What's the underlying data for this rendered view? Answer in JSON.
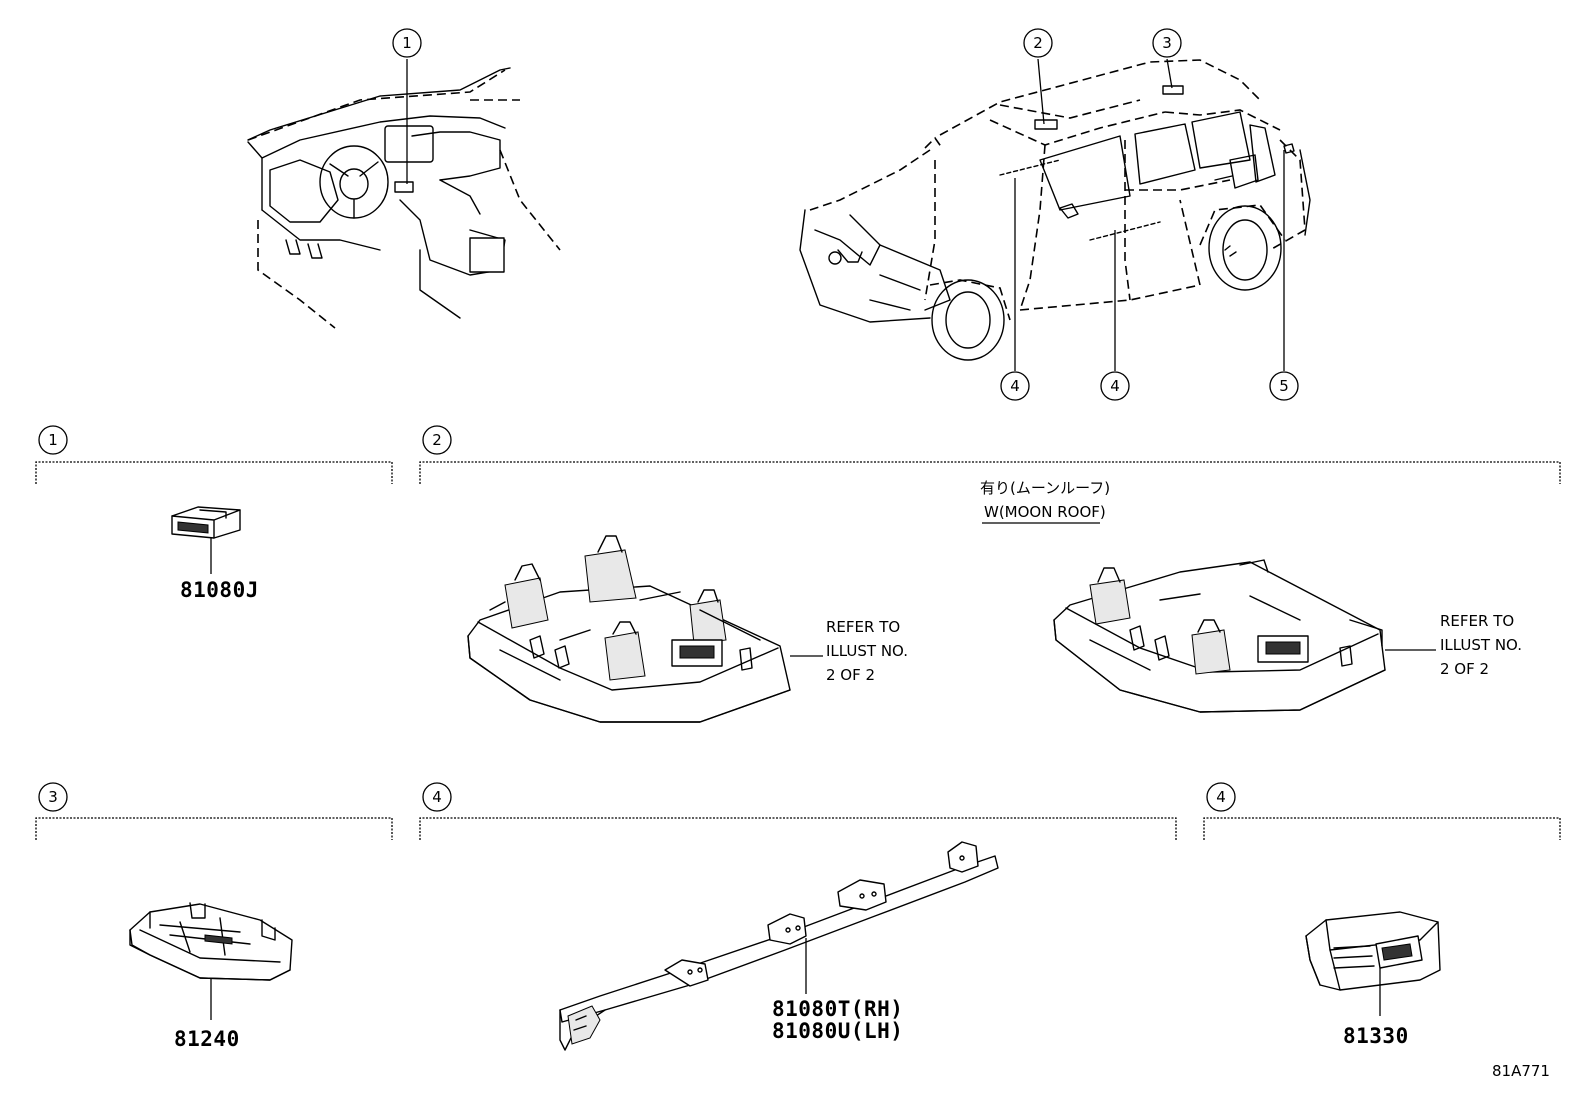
{
  "callouts": {
    "c1_top": "1",
    "c2_top": "2",
    "c3_top": "3",
    "c4_top_a": "4",
    "c4_top_b": "4",
    "c5_top": "5",
    "s1": "1",
    "s2": "2",
    "s3": "3",
    "s4a": "4",
    "s4b": "4"
  },
  "parts": {
    "p81080J": "81080J",
    "p81240": "81240",
    "p81080T": "81080T(RH)",
    "p81080U": "81080U(LH)",
    "p81330": "81330"
  },
  "notes": {
    "moonroof_jp": "有り(ムーンルーフ)",
    "moonroof_en": "W(MOON ROOF)",
    "refer_a": [
      "REFER TO",
      "ILLUST NO.",
      "2 OF 2"
    ],
    "refer_b": [
      "REFER TO",
      "ILLUST NO.",
      "2 OF 2"
    ]
  },
  "illustration_code": "81A771"
}
